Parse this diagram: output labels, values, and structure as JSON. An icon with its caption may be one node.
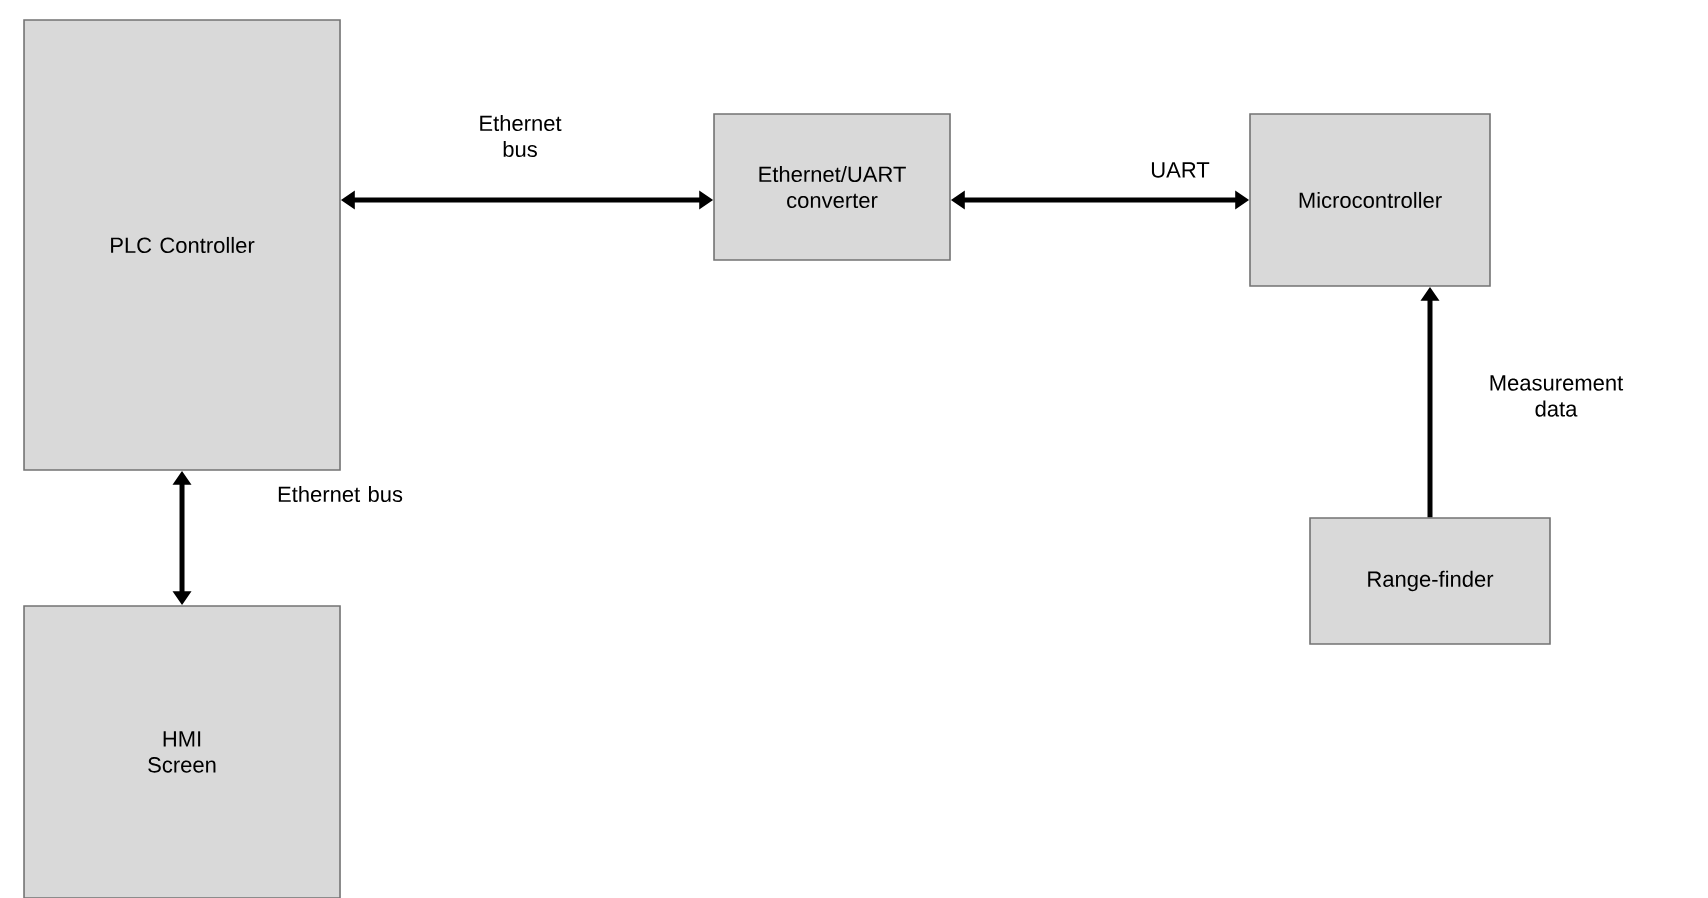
{
  "diagram": {
    "nodes": [
      {
        "text": [
          "PLC Controller"
        ]
      },
      {
        "text": [
          "Ethernet/UART converter"
        ]
      },
      {
        "text": [
          "Microcontroller"
        ]
      },
      {
        "text": [
          "HMI Screen"
        ]
      },
      {
        "text": [
          "Range-finder"
        ]
      }
    ],
    "edges": [
      {
        "from": 0,
        "to": 1,
        "arrow": "both",
        "label": "Ethernet bus"
      },
      {
        "from": 1,
        "to": 2,
        "arrow": "both",
        "label": "UART"
      },
      {
        "from": 0,
        "to": 3,
        "arrow": "both",
        "label": "Ethernet bus"
      },
      {
        "from": 4,
        "to": 2,
        "arrow": "to",
        "label": "Measurement data"
      }
    ]
  }
}
